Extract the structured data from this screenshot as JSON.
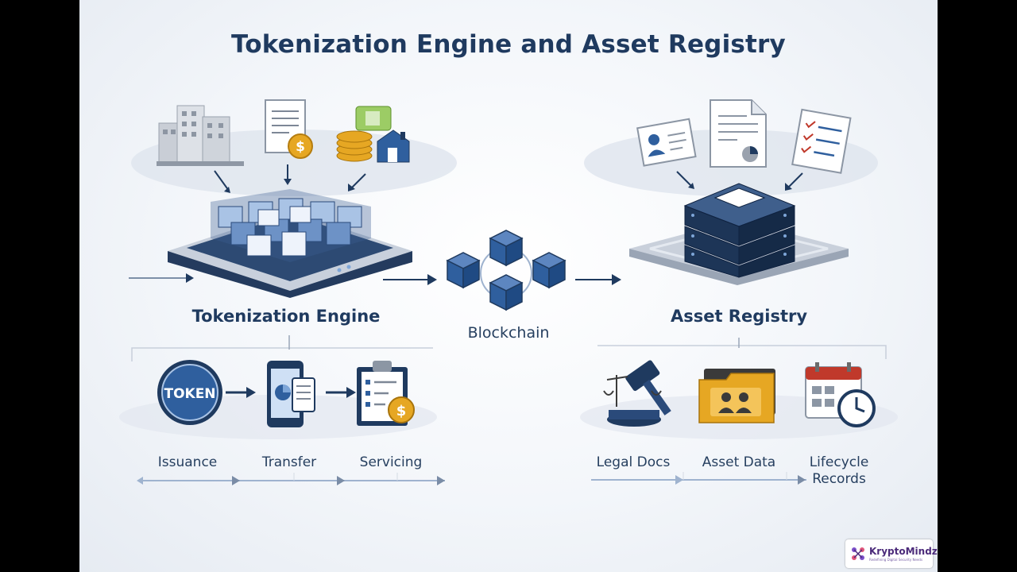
{
  "title": "Tokenization Engine and Asset Registry",
  "sections": {
    "tokenization_engine": "Tokenization Engine",
    "blockchain": "Blockchain",
    "asset_registry": "Asset Registry"
  },
  "engine_steps": [
    {
      "label": "Issuance",
      "icon": "token-coin-icon",
      "badge": "TOKEN"
    },
    {
      "label": "Transfer",
      "icon": "mobile-transfer-icon"
    },
    {
      "label": "Servicing",
      "icon": "clipboard-servicing-icon"
    }
  ],
  "registry_items": [
    {
      "label": "Legal Docs",
      "icon": "gavel-scales-icon"
    },
    {
      "label": "Asset Data",
      "icon": "folder-profile-icon"
    },
    {
      "label": "Lifecycle",
      "label2": "Records",
      "icon": "calendar-clock-icon"
    }
  ],
  "logo": {
    "name": "KryptoMindz",
    "tagline": "Redefining Digital Security Needs"
  },
  "colors": {
    "navy": "#1f3a5f",
    "blue": "#2f5f9e",
    "light_blue": "#7ea6d8",
    "gold": "#e6a723",
    "background": "#f3f6fa"
  }
}
